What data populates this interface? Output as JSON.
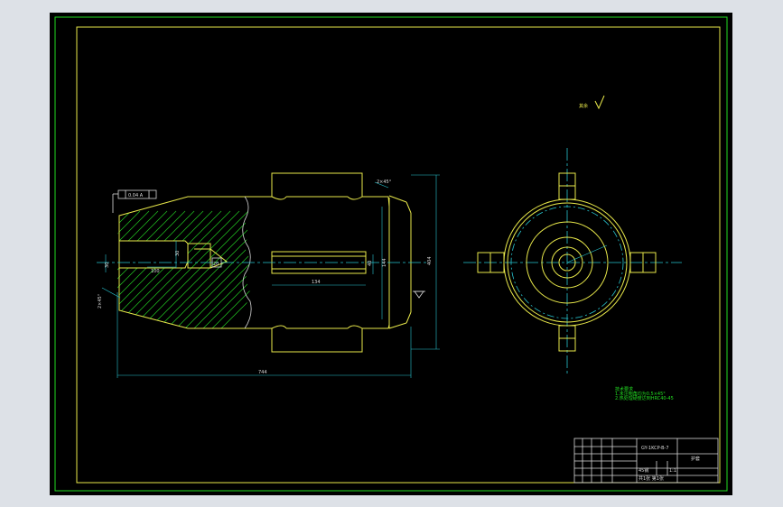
{
  "drawing": {
    "dimensions": {
      "overall_length": "744",
      "inner_length": "134",
      "bore_small": "30",
      "bore_mid": "40",
      "bore_large": "144",
      "outer_dia": "404",
      "cone_dia": "100",
      "tip_dia": "20",
      "slot_dia": "30",
      "chamfer": "2×45°",
      "tolerance_frame": "0.04 A"
    },
    "roughness_note": "其余",
    "tech_notes": {
      "title": "技术要求",
      "line1": "1.未注倒角均为0.5×45°",
      "line2": "2.热处理硬度达到HRC40-45"
    },
    "title_block": {
      "drawing_no": "GY-1KCP-B-7",
      "part_name": "护套",
      "scale": "1:1",
      "material": "45钢",
      "sheet": "共1张 第1张"
    }
  }
}
